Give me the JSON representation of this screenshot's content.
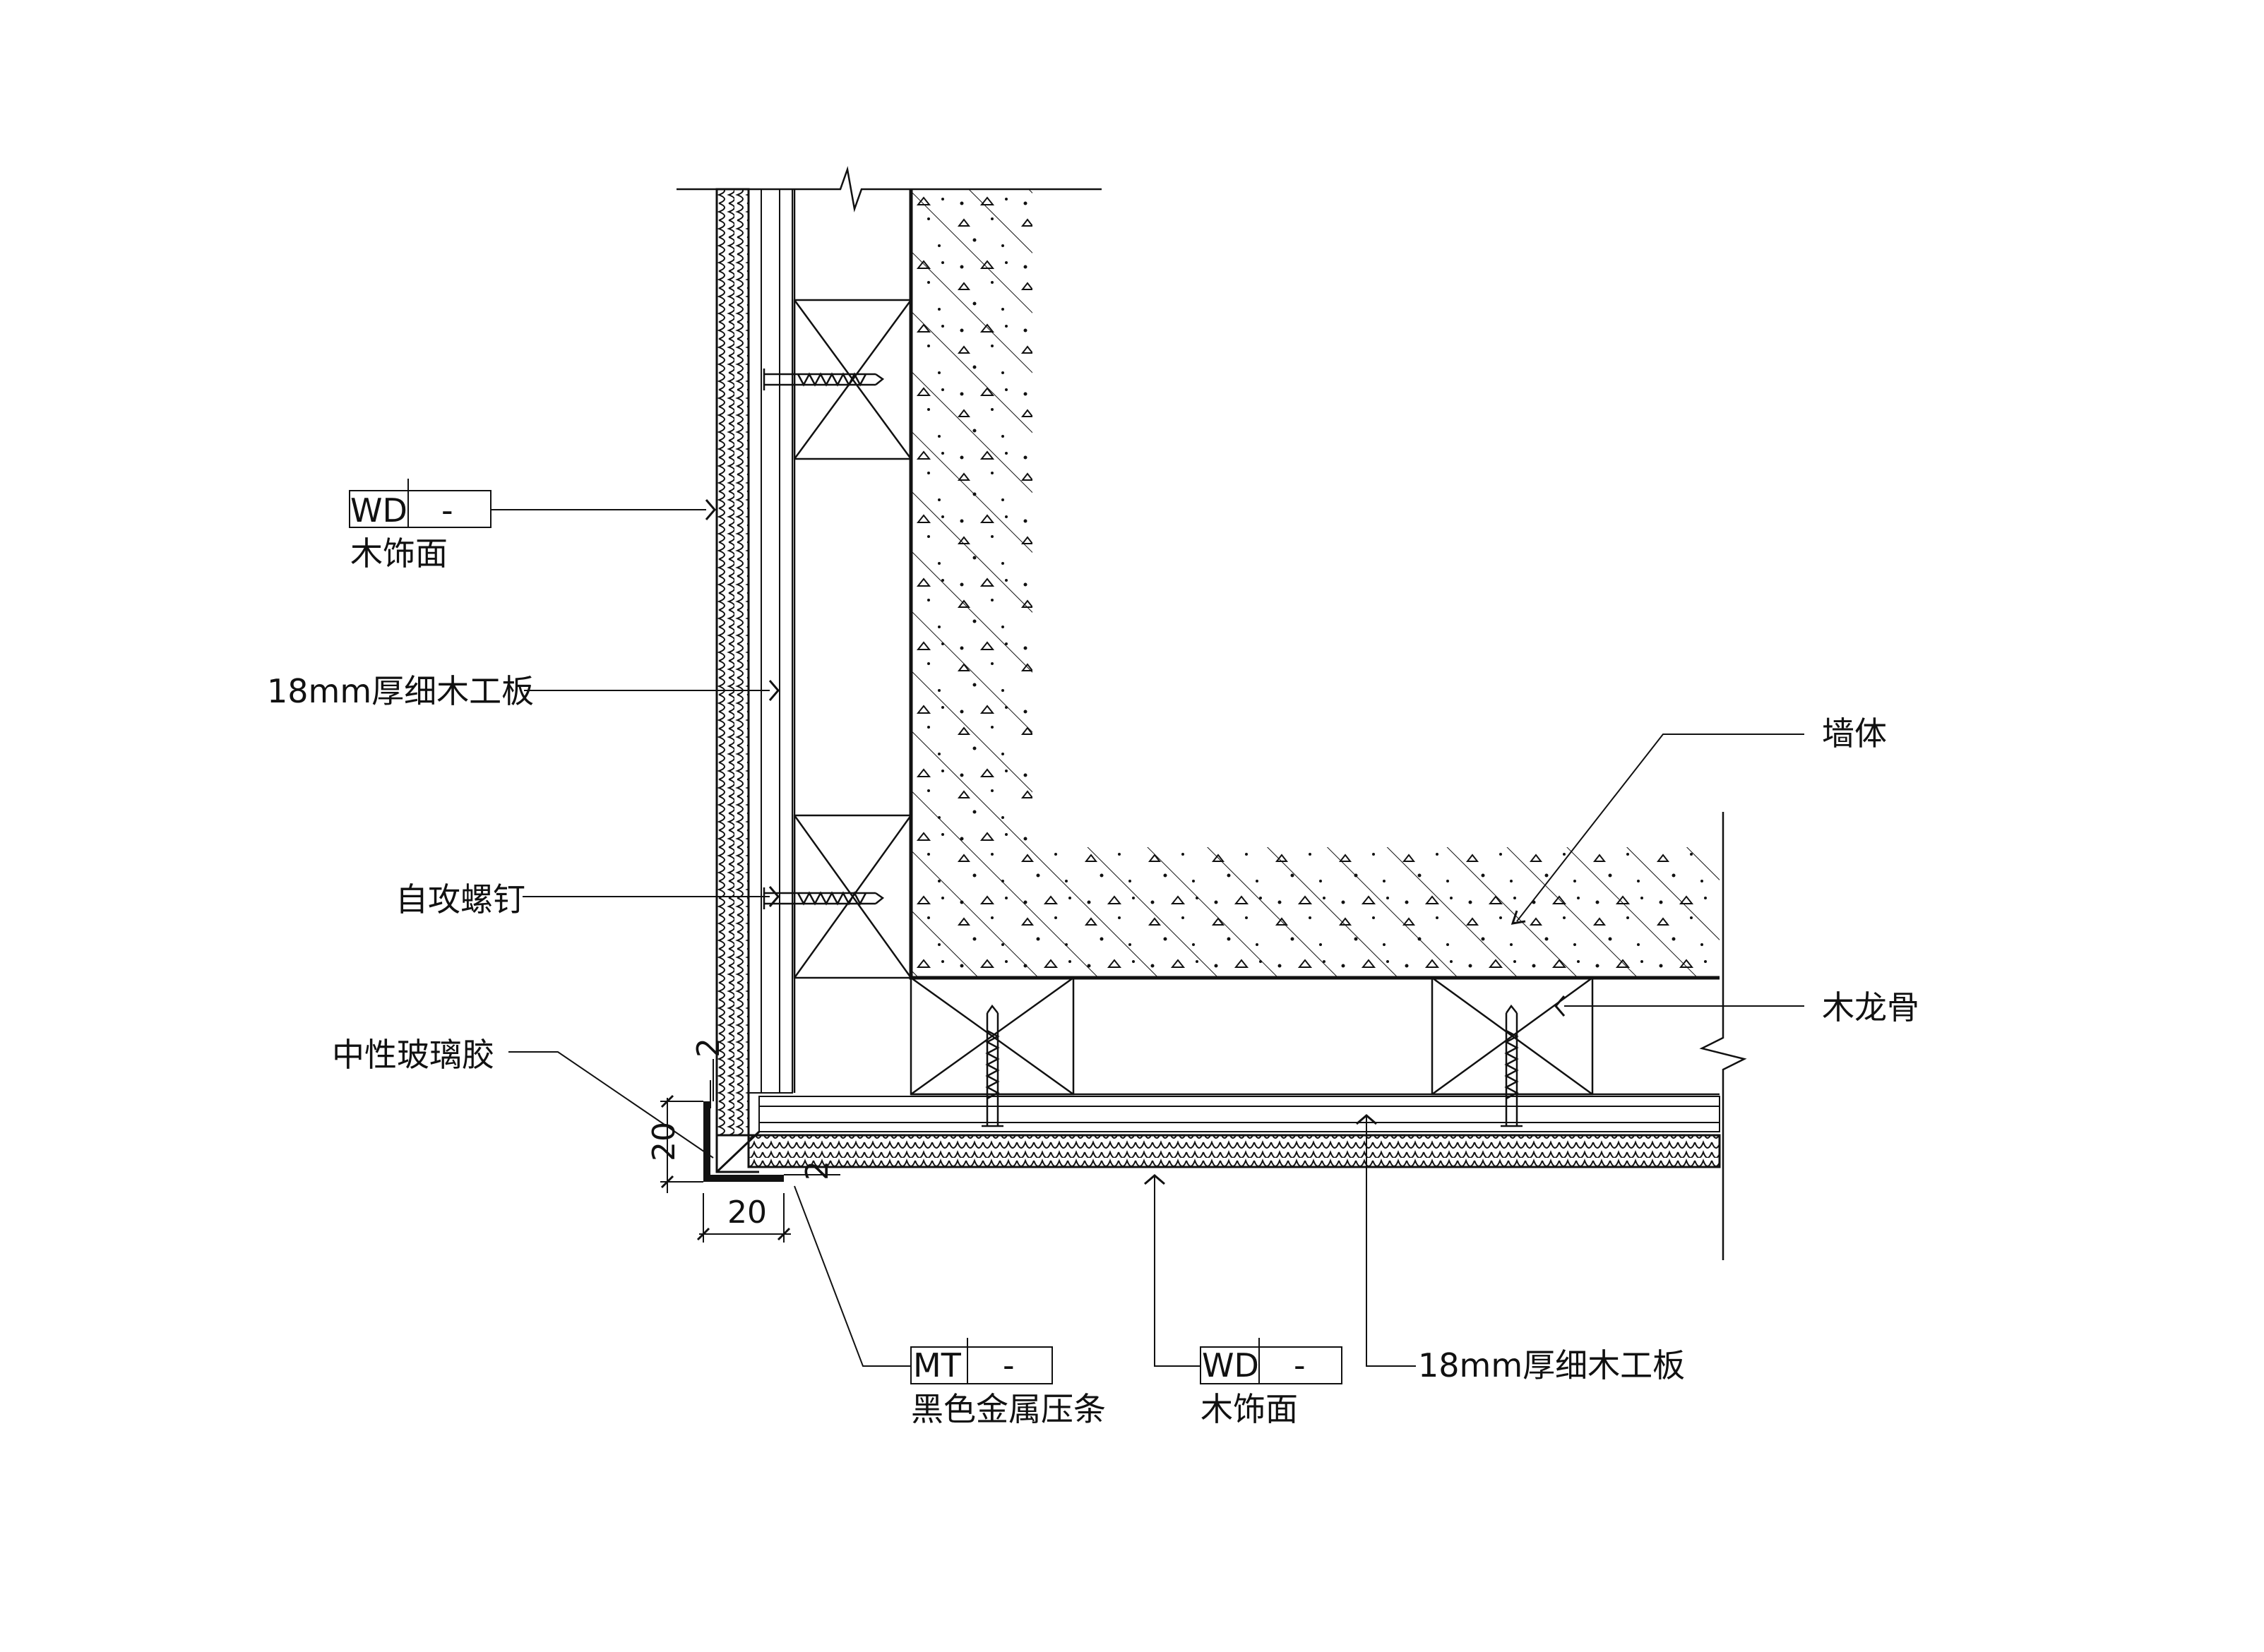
{
  "labels": {
    "wood_finish_tag_left": "WD",
    "wood_finish_dash_left": "-",
    "wood_finish_left": "木饰面",
    "board_left": "18mm厚细木工板",
    "screw": "自攻螺钉",
    "sealant": "中性玻璃胶",
    "wall": "墙体",
    "keel": "木龙骨",
    "metal_tag": "MT",
    "metal_dash": "-",
    "metal_strip": "黑色金属压条",
    "wood_finish_tag_bottom": "WD",
    "wood_finish_dash_bottom": "-",
    "wood_finish_bottom": "木饰面",
    "board_bottom": "18mm厚细木工板"
  },
  "dimensions": {
    "gap_top": "2",
    "height_vertical": "20",
    "gap_bottom": "2",
    "width_horizontal": "20"
  },
  "colors": {
    "line": "#111111",
    "background": "#ffffff"
  }
}
